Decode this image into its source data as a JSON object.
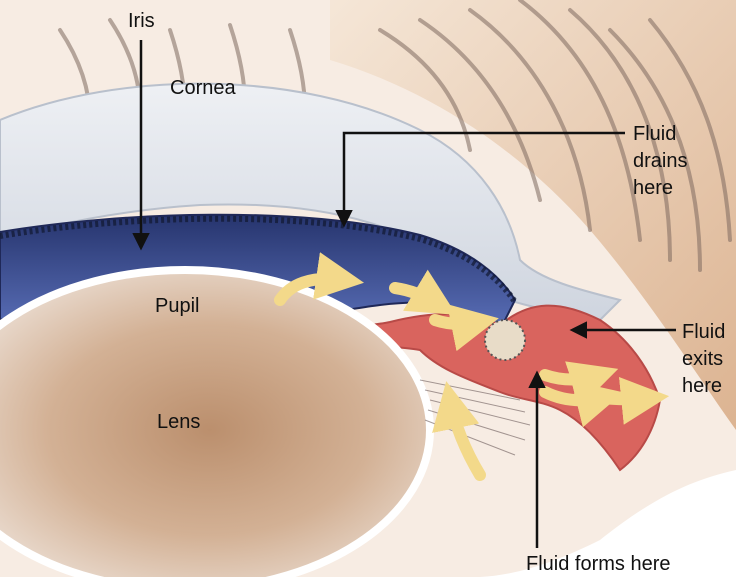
{
  "labels": {
    "iris": "Iris",
    "cornea": "Cornea",
    "pupil": "Pupil",
    "lens": "Lens",
    "fluid_drains": [
      "Fluid",
      "drains",
      "here"
    ],
    "fluid_exits": [
      "Fluid",
      "exits",
      "here"
    ],
    "fluid_forms": "Fluid forms here"
  },
  "colors": {
    "iris": "#3d4f9a",
    "cornea": "#dfe3ea",
    "lens": "#c8a486",
    "tissue": "#d9645e",
    "fluid_arrow": "#f3d98a",
    "skin": "#e7c9a7"
  }
}
